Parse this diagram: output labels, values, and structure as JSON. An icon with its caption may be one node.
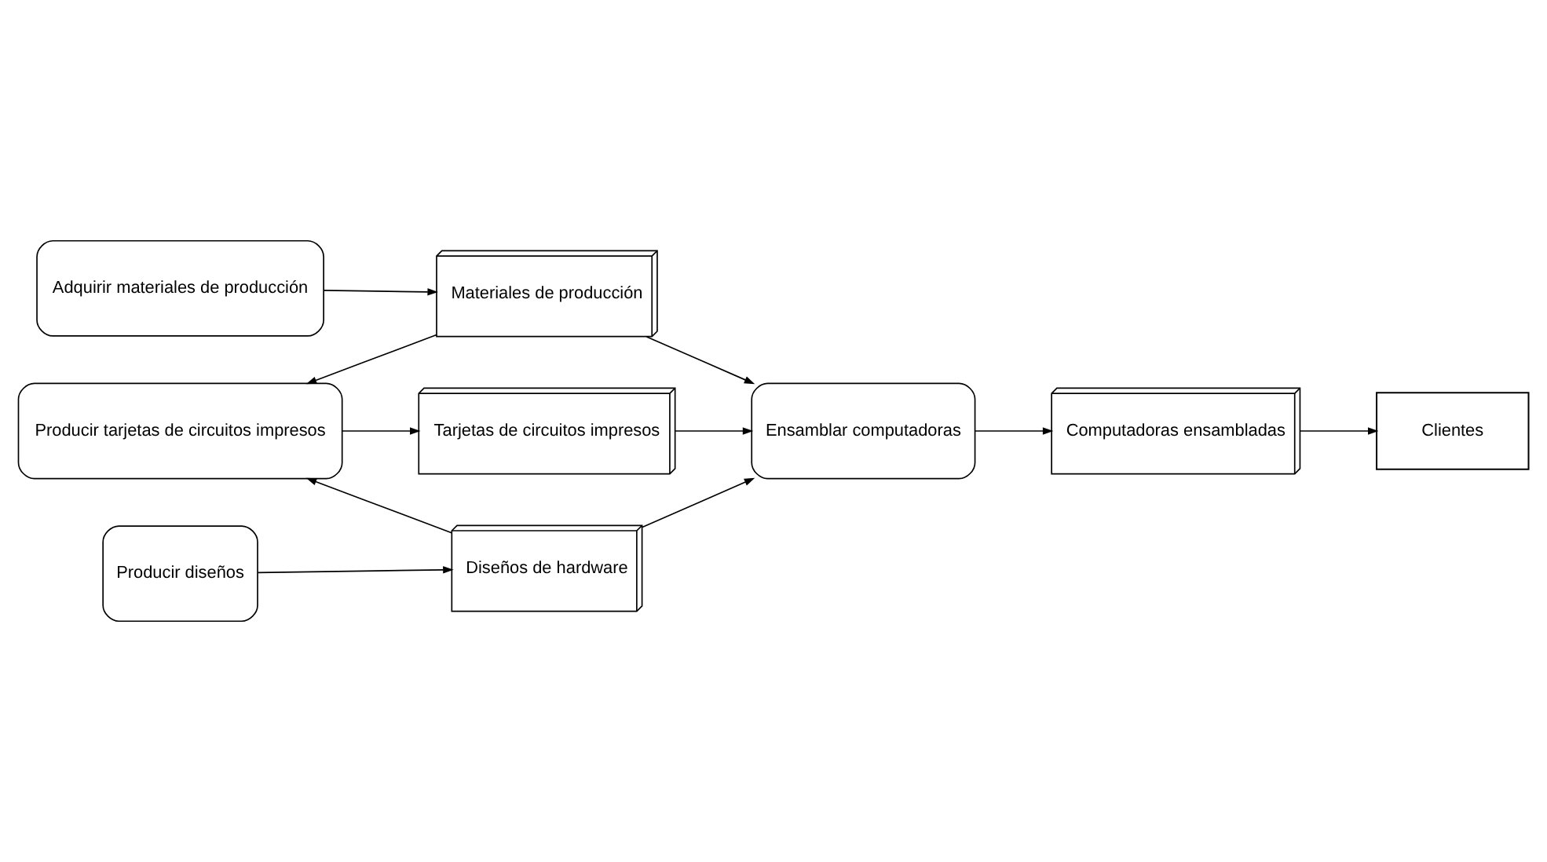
{
  "diagram": {
    "nodes": [
      {
        "text": [
          "Adquirir materiales de producción"
        ]
      },
      {
        "text": [
          "Materiales de producción"
        ]
      },
      {
        "text": [
          "Clientes"
        ]
      },
      {
        "text": [
          "Producir tarjetas de circuitos impresos"
        ]
      },
      {
        "text": [
          "Tarjetas de circuitos impresos"
        ]
      },
      {
        "text": [
          "Ensamblar computadoras"
        ]
      },
      {
        "text": [
          "Computadoras ensambladas"
        ]
      },
      {
        "text": [
          "Producir diseños"
        ]
      },
      {
        "text": [
          "Diseños de hardware"
        ]
      }
    ],
    "edges": [
      {
        "from": 0,
        "to": 1,
        "arrow": "to"
      },
      {
        "from": 1,
        "to": 3,
        "arrow": "to"
      },
      {
        "from": 1,
        "to": 5,
        "arrow": "to"
      },
      {
        "from": 3,
        "to": 4,
        "arrow": "to"
      },
      {
        "from": 4,
        "to": 5,
        "arrow": "to"
      },
      {
        "from": 5,
        "to": 6,
        "arrow": "to"
      },
      {
        "from": 6,
        "to": 2,
        "arrow": "to"
      },
      {
        "from": 8,
        "to": 3,
        "arrow": "to"
      },
      {
        "from": 8,
        "to": 5,
        "arrow": "to"
      },
      {
        "from": 7,
        "to": 8,
        "arrow": "to"
      }
    ]
  }
}
